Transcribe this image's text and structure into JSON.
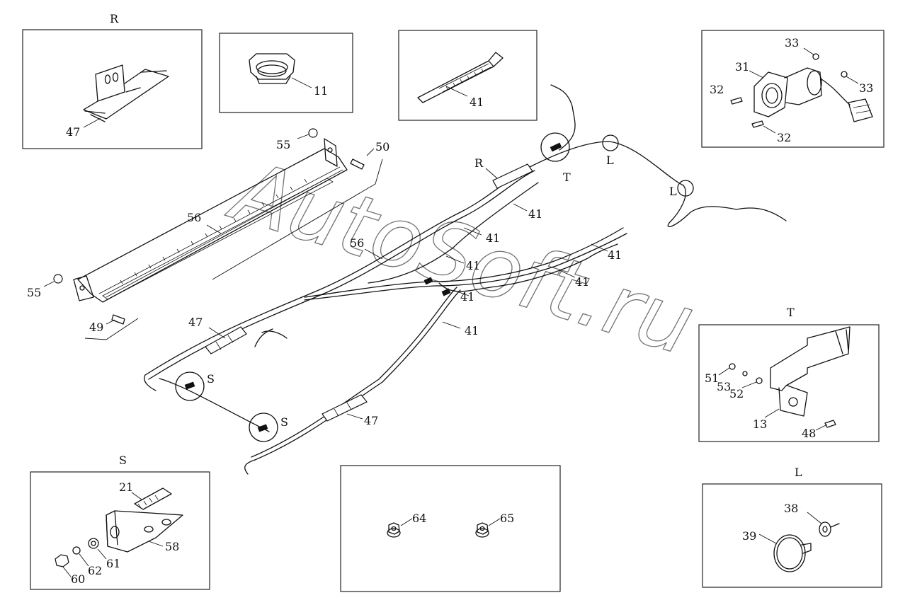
{
  "watermark": "AutoSoft.ru",
  "detail_views": {
    "R": {
      "title": "R",
      "labels": [
        "47"
      ]
    },
    "part11": {
      "labels": [
        "11"
      ]
    },
    "part41": {
      "labels": [
        "41"
      ]
    },
    "connector": {
      "labels": [
        "33",
        "31",
        "32",
        "33",
        "32"
      ]
    },
    "T": {
      "title": "T",
      "labels": [
        "51",
        "53",
        "52",
        "13",
        "48"
      ]
    },
    "L": {
      "title": "L",
      "labels": [
        "38",
        "39"
      ]
    },
    "S": {
      "title": "S",
      "labels": [
        "21",
        "58",
        "61",
        "62",
        "60"
      ]
    },
    "nuts": {
      "labels": [
        "64",
        "65"
      ]
    }
  },
  "main": {
    "bracket_labels": [
      "55",
      "50",
      "56",
      "55",
      "49"
    ],
    "harness_labels": [
      "56",
      "41",
      "41",
      "41",
      "41",
      "41",
      "41",
      "41",
      "47",
      "47"
    ],
    "callouts": [
      "R",
      "T",
      "L",
      "L",
      "S",
      "S"
    ]
  }
}
